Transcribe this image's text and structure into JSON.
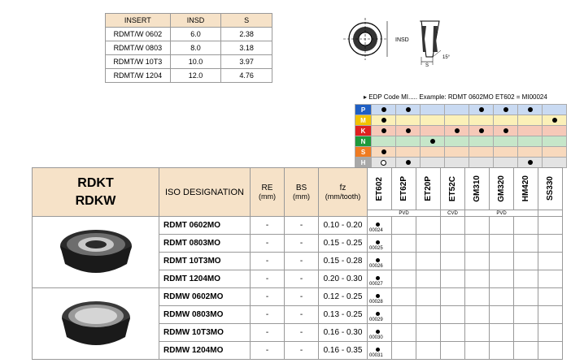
{
  "dim_table": {
    "headers": [
      "INSERT",
      "INSD",
      "S"
    ],
    "rows": [
      [
        "RDMT/W 0602",
        "6.0",
        "2.38"
      ],
      [
        "RDMT/W 0803",
        "8.0",
        "3.18"
      ],
      [
        "RDMT/W 10T3",
        "10.0",
        "3.97"
      ],
      [
        "RDMT/W 1204",
        "12.0",
        "4.76"
      ]
    ]
  },
  "diagram": {
    "insd_label": "INSD",
    "s_label": "S",
    "angle_label": "15°"
  },
  "edp_note": "▸ EDP Code MI.....  Example: RDMT 0602MO ET602 = MI00024",
  "materials": [
    {
      "code": "P",
      "color": "#1f5fc4",
      "row_bg": "#c9daf2",
      "marks": [
        "dot",
        "dot",
        "",
        "",
        "dot",
        "dot",
        "dot",
        ""
      ]
    },
    {
      "code": "M",
      "color": "#f2c200",
      "row_bg": "#fbf0b8",
      "marks": [
        "dot",
        "",
        "",
        "",
        "",
        "",
        "",
        "dot"
      ]
    },
    {
      "code": "K",
      "color": "#e02020",
      "row_bg": "#f6c9b8",
      "marks": [
        "dot",
        "dot",
        "",
        "dot",
        "dot",
        "dot",
        "",
        ""
      ]
    },
    {
      "code": "N",
      "color": "#1e9a3c",
      "row_bg": "#c6e6c9",
      "marks": [
        "",
        "",
        "dot",
        "",
        "",
        "",
        "",
        ""
      ]
    },
    {
      "code": "S",
      "color": "#ef7b22",
      "row_bg": "#f8d9bd",
      "marks": [
        "dot",
        "",
        "",
        "",
        "",
        "",
        "",
        ""
      ]
    },
    {
      "code": "H",
      "color": "#a8a8a8",
      "row_bg": "#e3e3e3",
      "marks": [
        "ring",
        "dot",
        "",
        "",
        "",
        "",
        "dot",
        ""
      ]
    }
  ],
  "main_header": {
    "title1": "RDKT",
    "title2": "RDKW",
    "iso": "ISO DESIGNATION",
    "re": "RE",
    "re_unit": "(mm)",
    "bs": "BS",
    "bs_unit": "(mm)",
    "fz": "fz",
    "fz_unit": "(mm/tooth)",
    "grades": [
      "ET602",
      "ET62P",
      "ET20P",
      "ET52C",
      "GM310",
      "GM320",
      "HM420",
      "SS330"
    ],
    "coat_pvd1": "PVD",
    "coat_cvd": "CVD",
    "coat_pvd2": "PVD"
  },
  "rows": [
    {
      "iso": "RDMT 0602MO",
      "re": "-",
      "bs": "-",
      "fz": "0.10 - 0.20",
      "edp": "00024"
    },
    {
      "iso": "RDMT 0803MO",
      "re": "-",
      "bs": "-",
      "fz": "0.15 - 0.25",
      "edp": "00025"
    },
    {
      "iso": "RDMT 10T3MO",
      "re": "-",
      "bs": "-",
      "fz": "0.15 - 0.28",
      "edp": "00026"
    },
    {
      "iso": "RDMT 1204MO",
      "re": "-",
      "bs": "-",
      "fz": "0.20 - 0.30",
      "edp": "00027"
    },
    {
      "iso": "RDMW 0602MO",
      "re": "-",
      "bs": "-",
      "fz": "0.12 - 0.25",
      "edp": "00028"
    },
    {
      "iso": "RDMW 0803MO",
      "re": "-",
      "bs": "-",
      "fz": "0.13 - 0.25",
      "edp": "00029"
    },
    {
      "iso": "RDMW 10T3MO",
      "re": "-",
      "bs": "-",
      "fz": "0.16 - 0.30",
      "edp": "00030"
    },
    {
      "iso": "RDMW 1204MO",
      "re": "-",
      "bs": "-",
      "fz": "0.16 - 0.35",
      "edp": "00031"
    }
  ]
}
